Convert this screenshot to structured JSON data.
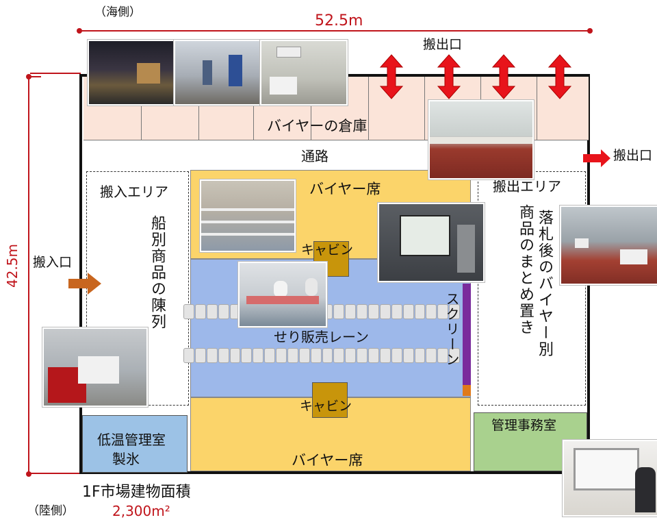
{
  "labels": {
    "sea_side": "（海側）",
    "land_side": "（陸側）",
    "width": "52.5m",
    "depth": "42.5m",
    "exit_top": "搬出口",
    "exit_right": "搬出口",
    "warehouse": "バイヤーの倉庫",
    "passage": "通路",
    "intake_area": "搬入エリア",
    "intake_display": "船別商品の陳列",
    "intake_gate": "搬入口",
    "buyer_seats_top": "バイヤー席",
    "buyer_seats_bottom": "バイヤー席",
    "cabin_top": "キャビン",
    "cabin_bottom": "キャビン",
    "auction_lane": "せり販売レーン",
    "screen": "スクリーン",
    "outgoing_area": "搬出エリア",
    "outgoing_col1": "落札後のバイヤー別",
    "outgoing_col2": "商品のまとめ置き",
    "cold_room_line1": "低温管理室",
    "cold_room_line2": "製氷",
    "office": "管理事務室",
    "floor_area_title": "1F市場建物面積",
    "floor_area_value": "2,300m²"
  },
  "photos": [
    "loading-dock-photo",
    "warehouse-doors-photo",
    "cold-storage-photo",
    "exit-floor-photo",
    "buyer-seating-photo",
    "auction-screen-photo",
    "auctioneer-cabin-photo",
    "sorted-goods-photo",
    "forklift-photo",
    "office-window-photo"
  ],
  "colors": {
    "dimension_red": "#c0141b",
    "arrow_red": "#e8141b",
    "intake_arrow": "#c8661f",
    "warehouse_fill": "#fbe4d9",
    "buyer_fill": "#fbd46a",
    "lane_fill": "#9db8ea",
    "cabin_fill": "#c8950b",
    "screen_fill": "#7a2b9c",
    "cold_room_fill": "#9cc2e6",
    "office_fill": "#a9d18e"
  }
}
